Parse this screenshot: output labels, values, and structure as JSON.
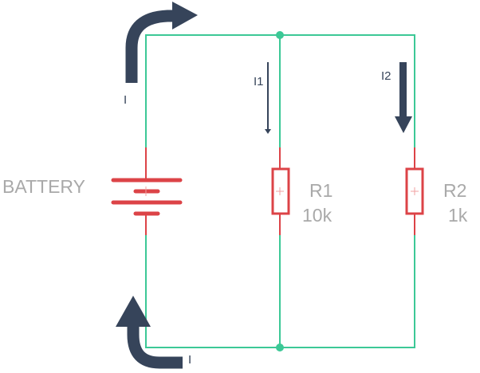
{
  "diagram": {
    "type": "parallel resistor circuit",
    "battery": {
      "label": "BATTERY"
    },
    "resistors": [
      {
        "name": "R1",
        "value": "10k"
      },
      {
        "name": "R2",
        "value": "1k"
      }
    ],
    "currents": {
      "total_top": "I",
      "total_bottom": "I",
      "branch1": "I1",
      "branch2": "I2"
    },
    "colors": {
      "wire": "#3cc896",
      "component": "#dc4347",
      "arrow": "#36445a",
      "label": "#a9a9a9"
    }
  }
}
